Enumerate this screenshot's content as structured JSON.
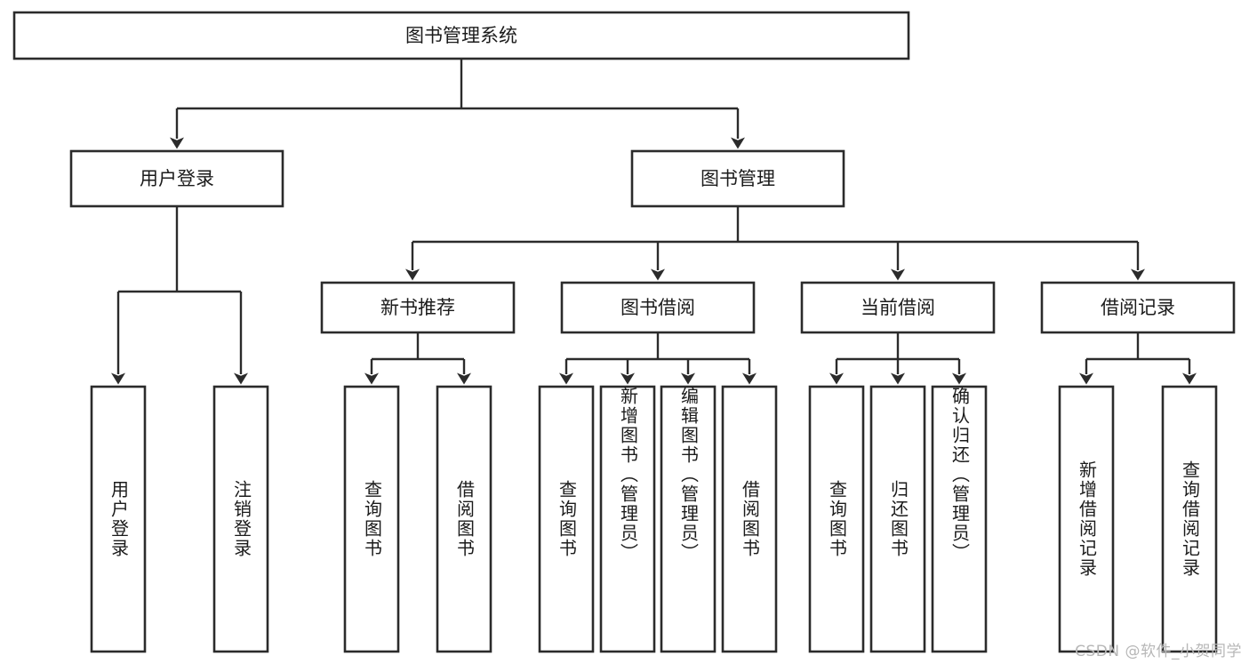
{
  "diagram": {
    "type": "tree",
    "title": "图书管理系统",
    "orientation": "top-down",
    "colors": {
      "box_border": "#2b2b2b",
      "box_fill": "#ffffff",
      "connector": "#2b2b2b",
      "text": "#1b1b1b",
      "background": "#ffffff",
      "watermark": "#b7b7b7"
    },
    "root": {
      "label": "图书管理系统",
      "orientation": "horizontal"
    },
    "level2": [
      {
        "label": "用户登录",
        "orientation": "horizontal"
      },
      {
        "label": "图书管理",
        "orientation": "horizontal"
      }
    ],
    "level3": [
      {
        "label": "新书推荐",
        "orientation": "horizontal",
        "parent": "图书管理"
      },
      {
        "label": "图书借阅",
        "orientation": "horizontal",
        "parent": "图书管理"
      },
      {
        "label": "当前借阅",
        "orientation": "horizontal",
        "parent": "图书管理"
      },
      {
        "label": "借阅记录",
        "orientation": "horizontal",
        "parent": "图书管理"
      }
    ],
    "leaves": [
      {
        "label": "用户登录",
        "orientation": "vertical",
        "parent": "用户登录"
      },
      {
        "label": "注销登录",
        "orientation": "vertical",
        "parent": "用户登录"
      },
      {
        "label": "查询图书",
        "orientation": "vertical",
        "parent": "新书推荐"
      },
      {
        "label": "借阅图书",
        "orientation": "vertical",
        "parent": "新书推荐"
      },
      {
        "label": "查询图书",
        "orientation": "vertical",
        "parent": "图书借阅"
      },
      {
        "label": "新增图书（管理员）",
        "orientation": "vertical",
        "parent": "图书借阅"
      },
      {
        "label": "编辑图书（管理员）",
        "orientation": "vertical",
        "parent": "图书借阅"
      },
      {
        "label": "借阅图书",
        "orientation": "vertical",
        "parent": "图书借阅"
      },
      {
        "label": "查询图书",
        "orientation": "vertical",
        "parent": "当前借阅"
      },
      {
        "label": "归还图书",
        "orientation": "vertical",
        "parent": "当前借阅"
      },
      {
        "label": "确认归还（管理员）",
        "orientation": "vertical",
        "parent": "当前借阅"
      },
      {
        "label": "新增借阅记录",
        "orientation": "vertical",
        "parent": "借阅记录"
      },
      {
        "label": "查询借阅记录",
        "orientation": "vertical",
        "parent": "借阅记录"
      }
    ]
  },
  "watermark": {
    "text": "CSDN @软件_小贺同学"
  }
}
